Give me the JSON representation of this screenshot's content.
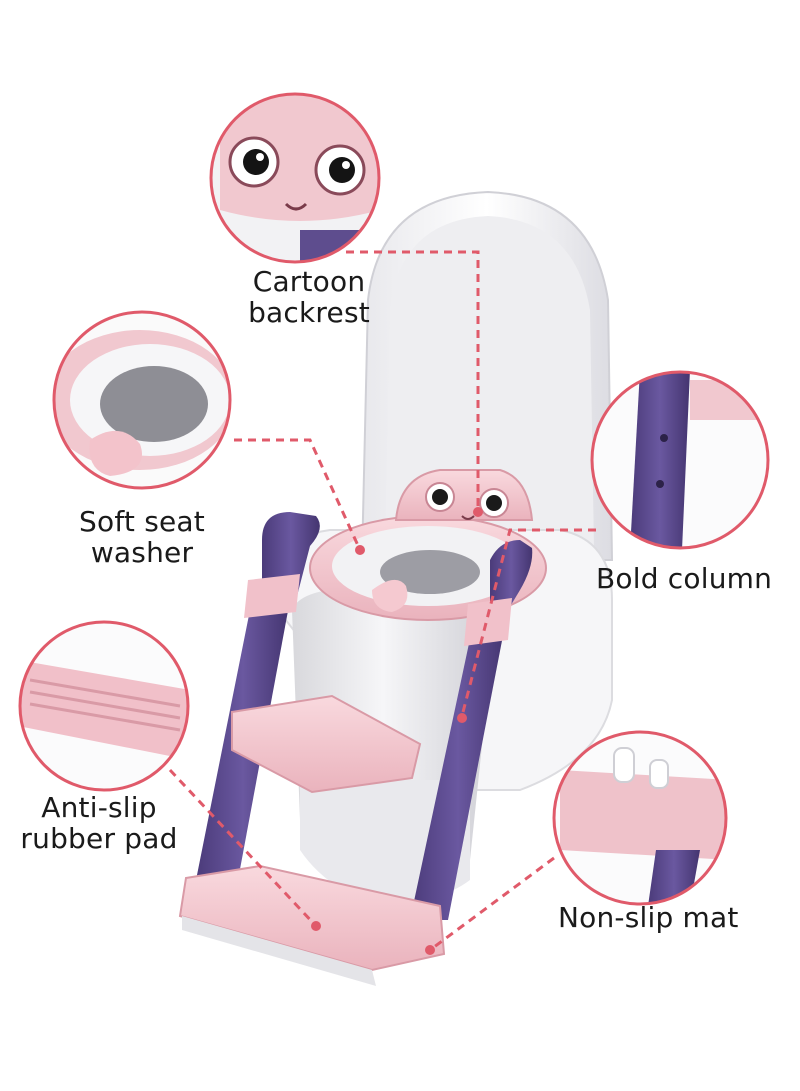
{
  "callouts": {
    "cartoon_backrest": [
      "Cartoon",
      "backrest"
    ],
    "soft_seat_washer": [
      "Soft seat",
      "washer"
    ],
    "bold_column": [
      "Bold column"
    ],
    "anti_slip_rubber_pad": [
      "Anti-slip",
      "rubber pad"
    ],
    "non_slip_mat": [
      "Non-slip mat"
    ]
  },
  "colors": {
    "accent_line": "#e05a6a",
    "pink": "#f4c4cc",
    "purple": "#5b4a8b",
    "toilet_white": "#f4f4f6"
  }
}
